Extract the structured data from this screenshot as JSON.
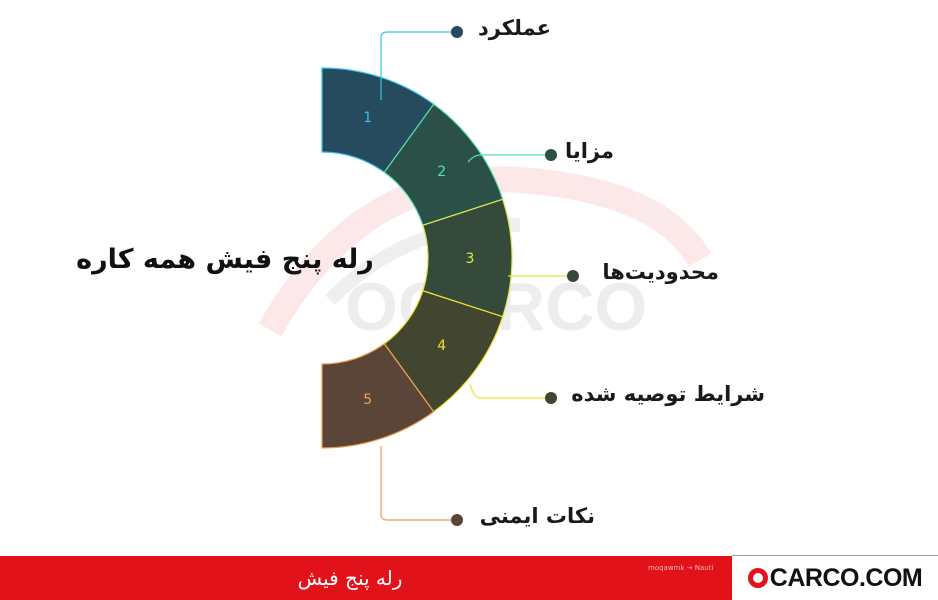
{
  "title": "رله پنج فیش همه کاره",
  "segments": [
    {
      "number": "1",
      "label": "عملکرد",
      "fill": "#264a5e",
      "accent": "#35c3e8"
    },
    {
      "number": "2",
      "label": "مزایا",
      "fill": "#2b5048",
      "accent": "#55e0b4"
    },
    {
      "number": "3",
      "label": "محدودیت‌ها",
      "fill": "#364a3c",
      "accent": "#d9e84a"
    },
    {
      "number": "4",
      "label": "شرایط توصیه شده",
      "fill": "#424630",
      "accent": "#f0e22a"
    },
    {
      "number": "5",
      "label": "نکات ایمنی",
      "fill": "#5a4538",
      "accent": "#f0a050"
    }
  ],
  "watermark_text": "OCARCO",
  "footer": {
    "text": "رله پنج فیش",
    "small_tag": "moqawmk → Nauti",
    "brand": "CARCO.COM",
    "brand_color": "#e2121b"
  }
}
